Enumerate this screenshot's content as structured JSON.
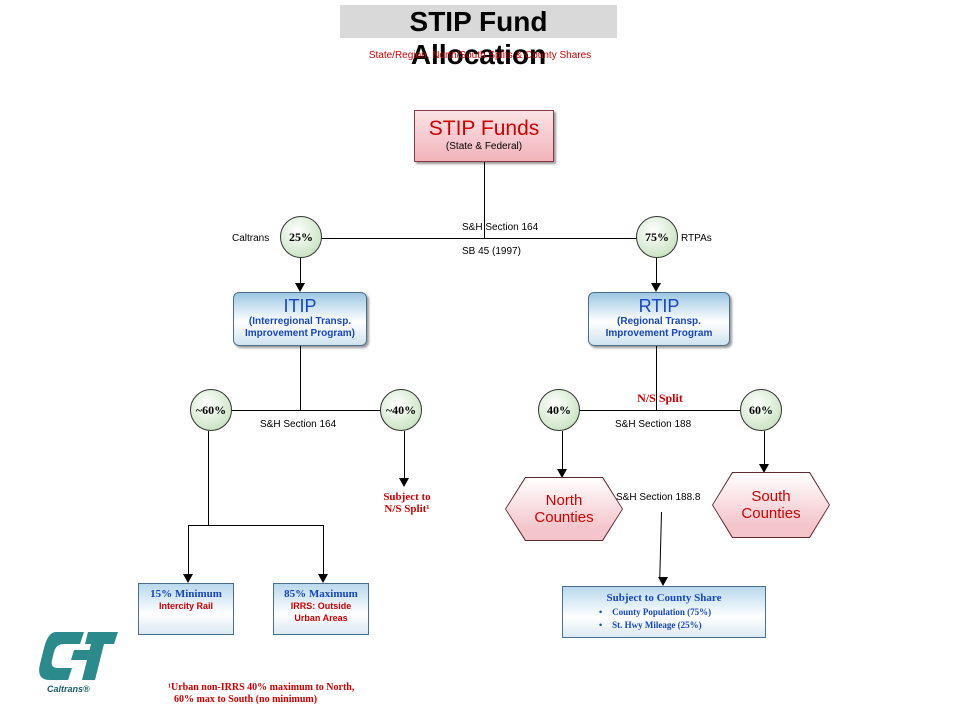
{
  "header": {
    "title": "STIP Fund Allocation",
    "subtitle": "State/Region, North/South Splits & County Shares"
  },
  "stip_box": {
    "title": "STIP Funds",
    "subtitle": "(State & Federal)"
  },
  "top_split": {
    "left_label": "Caltrans",
    "left_pct": "25%",
    "right_label": "RTPAs",
    "right_pct": "75%",
    "section_label": "S&H Section 164",
    "law_label": "SB 45 (1997)"
  },
  "itip_box": {
    "title": "ITIP",
    "line1": "(Interregional Transp.",
    "line2": "Improvement Program)"
  },
  "rtip_box": {
    "title": "RTIP",
    "line1": "(Regional Transp.",
    "line2": "Improvement Program"
  },
  "itip_split": {
    "left_pct": "~60%",
    "right_pct": "~40%",
    "section_label": "S&H Section 164",
    "subject_line1": "Subject to",
    "subject_line2": "N/S Split¹"
  },
  "rtip_split": {
    "title": "N/S Split",
    "left_pct": "40%",
    "right_pct": "60%",
    "section_label": "S&H Section 188",
    "sub_section_label": "S&H Section 188.8"
  },
  "north_hex": {
    "line1": "North",
    "line2": "Counties"
  },
  "south_hex": {
    "line1": "South",
    "line2": "Counties"
  },
  "min_box": {
    "heading": "15% Minimum",
    "line1": "Intercity Rail"
  },
  "max_box": {
    "heading": "85% Maximum",
    "line1": "IRRS: Outside",
    "line2": "Urban Areas"
  },
  "county_box": {
    "heading": "Subject to County Share",
    "bullet_char": "•",
    "items": [
      "County Population (75%)",
      "St. Hwy Mileage (25%)"
    ]
  },
  "footnote": {
    "line1": "¹Urban non-IRRS 40% maximum to North,",
    "line2": "60% max to South (no minimum)"
  },
  "logo": {
    "text": "Caltrans®",
    "icon": "caltrans-logo-icon",
    "color": "#2a8a8c"
  },
  "colors": {
    "accent_red": "#d00000",
    "accent_blue": "#1646c4",
    "logo_teal": "#2a8a8c"
  }
}
